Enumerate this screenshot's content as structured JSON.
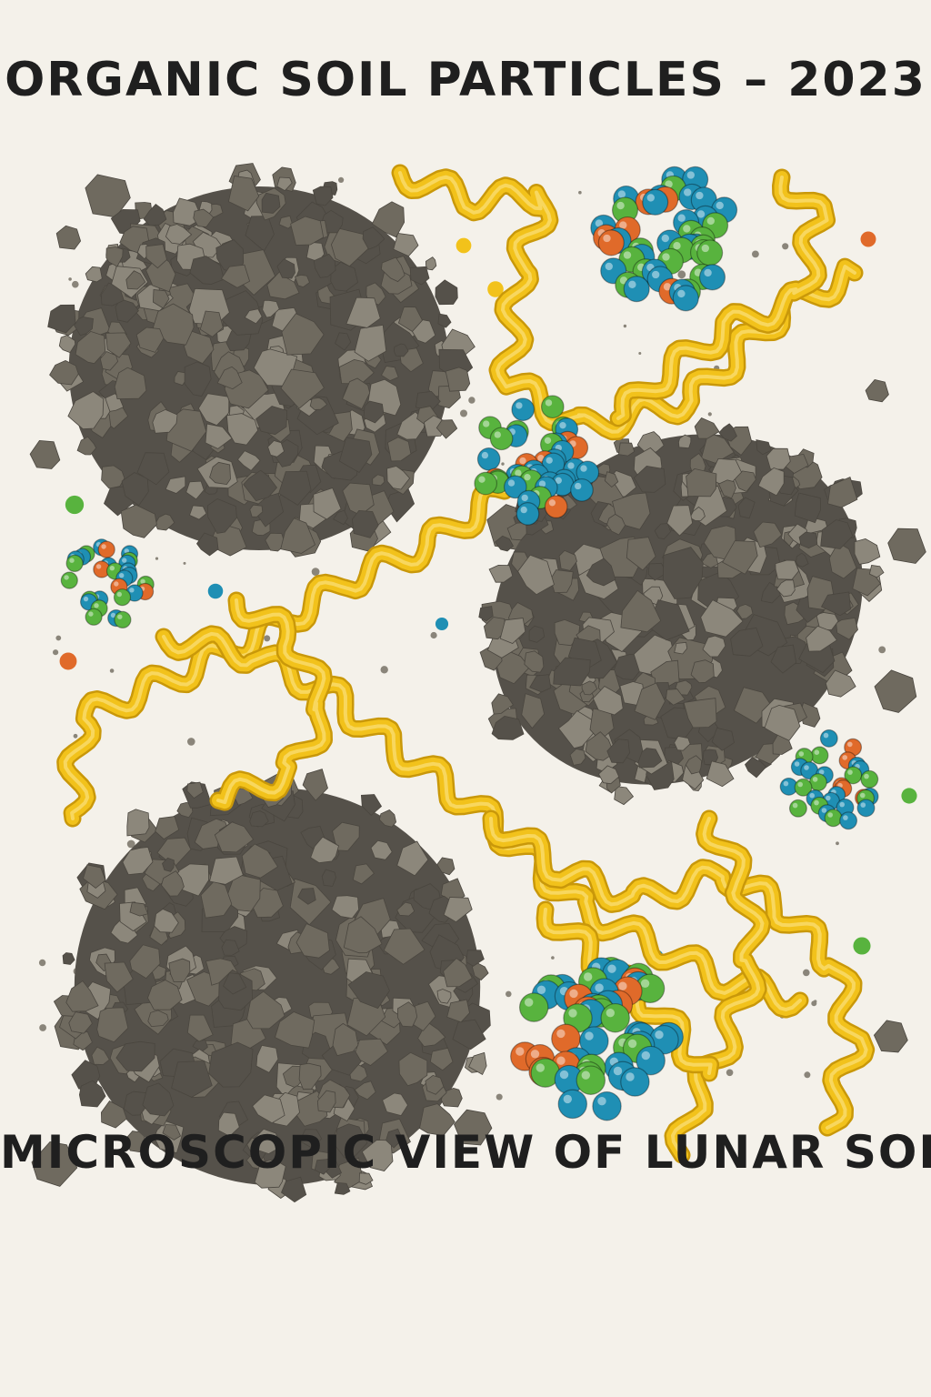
{
  "poster": {
    "title": "ORGANIC SOIL PARTICLES – 2023",
    "subtitle": "MICROSCOPIC VIEW OF LUNAR SOIL"
  },
  "illustration": {
    "elements": [
      "mineral-aggregate",
      "organic-filament",
      "bead-cluster"
    ],
    "colors": {
      "background": "#f4f1ea",
      "mineral": "#6f6a5f",
      "mineral_dark": "#55514a",
      "mineral_light": "#8c877b",
      "filament": "#f2c21b",
      "filament_shadow": "#c9980a",
      "bead_blue": "#1f8fb4",
      "bead_green": "#58b33e",
      "bead_orange": "#e06a2a"
    }
  }
}
